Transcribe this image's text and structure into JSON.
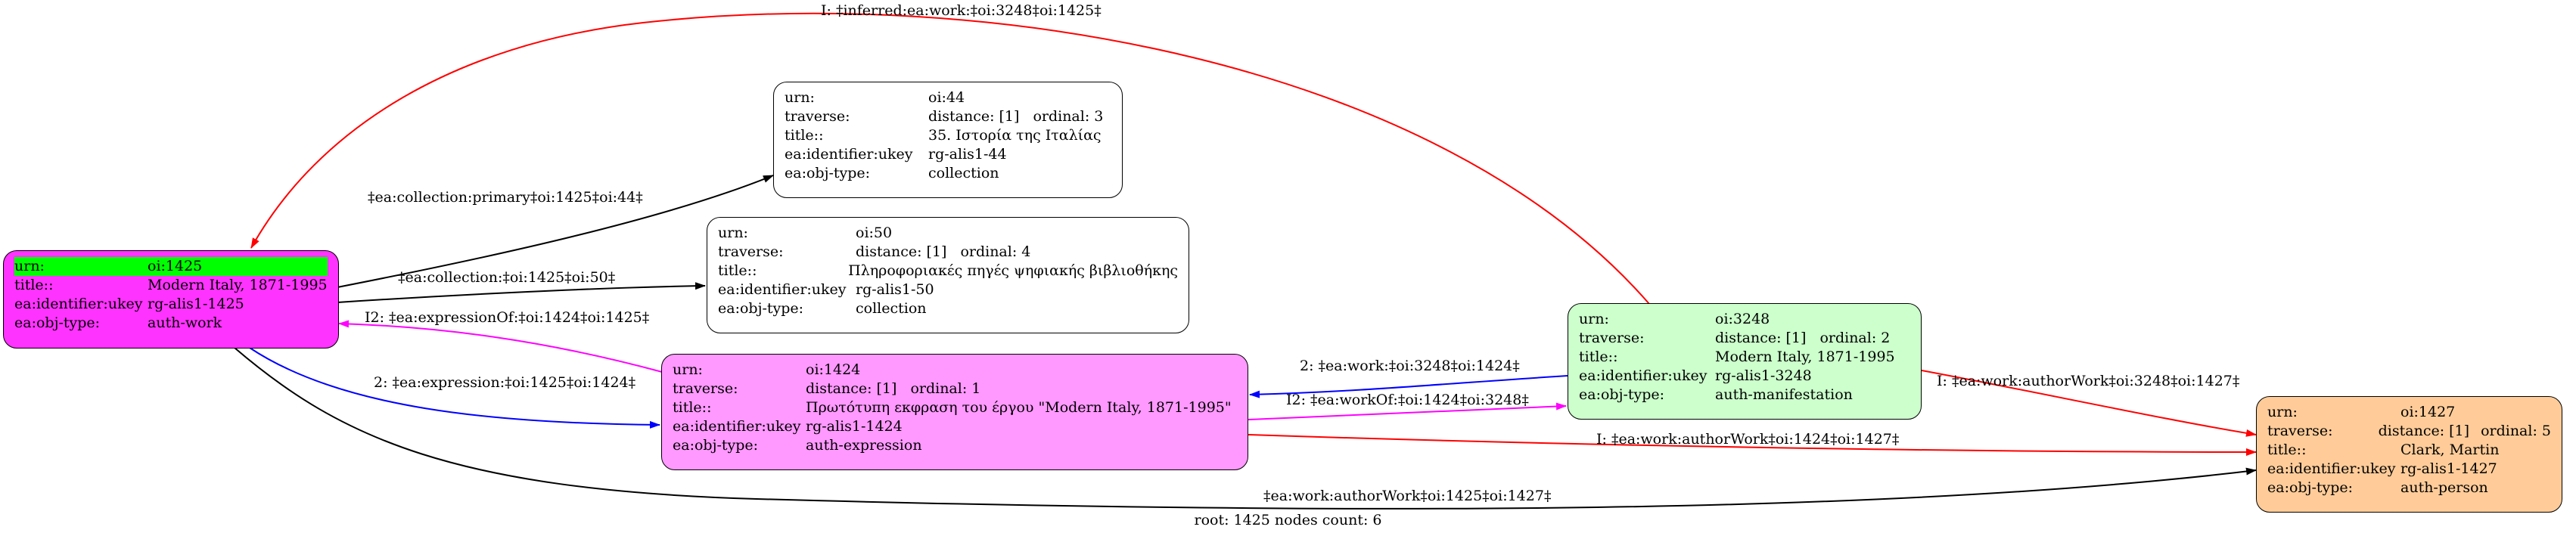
{
  "nodes": {
    "n1425": {
      "urn_label": "urn:",
      "urn": "oi:1425",
      "title_label": "title::",
      "title": "Modern Italy, 1871-1995",
      "ukey_label": "ea:identifier:ukey",
      "ukey": "rg-alis1-1425",
      "type_label": "ea:obj-type:",
      "type": "auth-work",
      "color": "#ff33ff",
      "highlight": "#00ff00"
    },
    "n44": {
      "urn_label": "urn:",
      "urn": "oi:44",
      "trav_label": "traverse:",
      "distance": "distance: [1]",
      "ordinal": "ordinal: 3",
      "title_label": "title::",
      "title": "35. Ιστορία της Ιταλίας",
      "ukey_label": "ea:identifier:ukey",
      "ukey": "rg-alis1-44",
      "type_label": "ea:obj-type:",
      "type": "collection",
      "color": "#ffffff"
    },
    "n50": {
      "urn_label": "urn:",
      "urn": "oi:50",
      "trav_label": "traverse:",
      "distance": "distance: [1]",
      "ordinal": "ordinal: 4",
      "title_label": "title::",
      "title": "Πληροφοριακές πηγές ψηφιακής βιβλιοθήκης",
      "ukey_label": "ea:identifier:ukey",
      "ukey": "rg-alis1-50",
      "type_label": "ea:obj-type:",
      "type": "collection",
      "color": "#ffffff"
    },
    "n1424": {
      "urn_label": "urn:",
      "urn": "oi:1424",
      "trav_label": "traverse:",
      "distance": "distance: [1]",
      "ordinal": "ordinal: 1",
      "title_label": "title::",
      "title": "Πρωτότυπη εκφραση του έργου \"Modern Italy, 1871-1995\"",
      "ukey_label": "ea:identifier:ukey",
      "ukey": "rg-alis1-1424",
      "type_label": "ea:obj-type:",
      "type": "auth-expression",
      "color": "#ff99ff"
    },
    "n3248": {
      "urn_label": "urn:",
      "urn": "oi:3248",
      "trav_label": "traverse:",
      "distance": "distance: [1]",
      "ordinal": "ordinal: 2",
      "title_label": "title::",
      "title": "Modern Italy, 1871-1995",
      "ukey_label": "ea:identifier:ukey",
      "ukey": "rg-alis1-3248",
      "type_label": "ea:obj-type:",
      "type": "auth-manifestation",
      "color": "#ccffcc"
    },
    "n1427": {
      "urn_label": "urn:",
      "urn": "oi:1427",
      "trav_label": "traverse:",
      "distance": "distance: [1]",
      "ordinal": "ordinal: 5",
      "title_label": "title::",
      "title": "Clark, Martin",
      "ukey_label": "ea:identifier:ukey",
      "ukey": "rg-alis1-1427",
      "type_label": "ea:obj-type:",
      "type": "auth-person",
      "color": "#ffcc99"
    }
  },
  "edges": {
    "inferred": {
      "label": "I: ‡inferred:ea:work:‡oi:3248‡oi:1425‡",
      "color": "#ff0000"
    },
    "collection_primary": {
      "label": "‡ea:collection:primary‡oi:1425‡oi:44‡",
      "color": "#000000"
    },
    "collection": {
      "label": "‡ea:collection:‡oi:1425‡oi:50‡",
      "color": "#000000"
    },
    "expression_of": {
      "label": "I2: ‡ea:expressionOf:‡oi:1424‡oi:1425‡",
      "color": "#ff00ff"
    },
    "expression": {
      "label": "2: ‡ea:expression:‡oi:1425‡oi:1424‡",
      "color": "#0000ff"
    },
    "work": {
      "label": "2: ‡ea:work:‡oi:3248‡oi:1424‡",
      "color": "#0000ff"
    },
    "work_of": {
      "label": "I2: ‡ea:workOf:‡oi:1424‡oi:3248‡",
      "color": "#ff00ff"
    },
    "author_work_3248": {
      "label": "I: ‡ea:work:authorWork‡oi:3248‡oi:1427‡",
      "color": "#ff0000"
    },
    "author_work_1424": {
      "label": "I: ‡ea:work:authorWork‡oi:1424‡oi:1427‡",
      "color": "#ff0000"
    },
    "author_work_1425": {
      "label": "‡ea:work:authorWork‡oi:1425‡oi:1427‡",
      "color": "#000000"
    }
  },
  "footer": "root: 1425 nodes count: 6"
}
